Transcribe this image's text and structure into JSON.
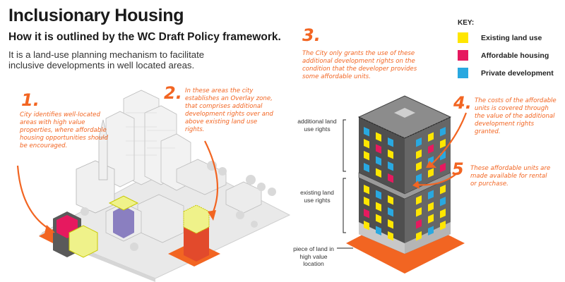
{
  "title": "Inclusionary Housing",
  "subtitle": "How it is outlined by the WC Draft Policy framework.",
  "intro": "It is a land-use planning mechanism to facilitate inclusive developments in well located areas.",
  "steps": [
    {
      "num": "1.",
      "text": "City identifies well-located areas with high value properties, where affordable housing opportunities should be encouraged."
    },
    {
      "num": "2.",
      "text": "In these areas the city establishes an Overlay zone, that comprises additional development rights over and above existing land use rights."
    },
    {
      "num": "3.",
      "text": "The City only grants the use of these additional development rights on the condition that the developer provides some affordable units."
    },
    {
      "num": "4.",
      "text": "The costs of the affordable units is covered through the value of the additional development rights granted."
    },
    {
      "num": "5",
      "text": "These affordable units are made available for rental or purchase."
    }
  ],
  "key": {
    "title": "KEY:",
    "items": [
      {
        "label": "Existing land use",
        "color": "#ffe600"
      },
      {
        "label": "Affordable housing",
        "color": "#e6195f"
      },
      {
        "label": "Private development",
        "color": "#29a8e0"
      }
    ]
  },
  "labels": {
    "additional": "additional land use rights",
    "existing": "existing land use rights",
    "land": "piece of land in high value location"
  },
  "colors": {
    "accent": "#f26522",
    "building": "#5a5a5a"
  }
}
